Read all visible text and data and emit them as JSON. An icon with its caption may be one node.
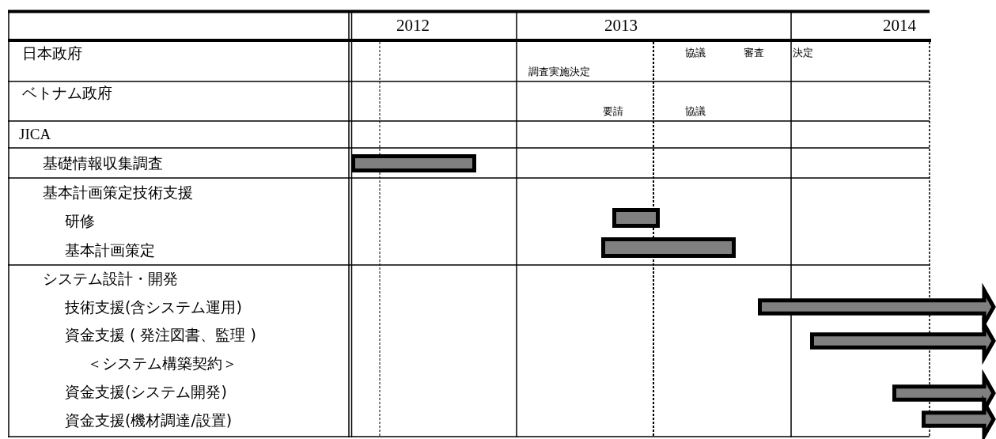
{
  "diagram": {
    "nodes": [
      {
        "text": [],
        "shape": "bar"
      },
      {
        "text": [],
        "shape": "bar"
      },
      {
        "text": [],
        "shape": "bar"
      },
      {
        "text": [],
        "shape": "arrow"
      },
      {
        "text": [],
        "shape": "arrow"
      },
      {
        "text": [],
        "shape": "arrow"
      },
      {
        "text": [],
        "shape": "arrow"
      }
    ],
    "edges": [],
    "labels": [
      "2012",
      "2013",
      "2014",
      "日本政府",
      "調査実施決定",
      "協議",
      "審査",
      "決定",
      "ベトナム政府",
      "要請",
      "協議",
      "JICA",
      "基礎情報収集調査",
      "基本計画策定技術支援",
      "研修",
      "基本計画策定",
      "システム設計・開発",
      "技術支援(含システム運用)",
      "資金支援 ( 発注図書、監理 )",
      "＜システム構築契約＞",
      "資金支援(システム開発)",
      "資金支援(機材調達/設置)"
    ]
  }
}
